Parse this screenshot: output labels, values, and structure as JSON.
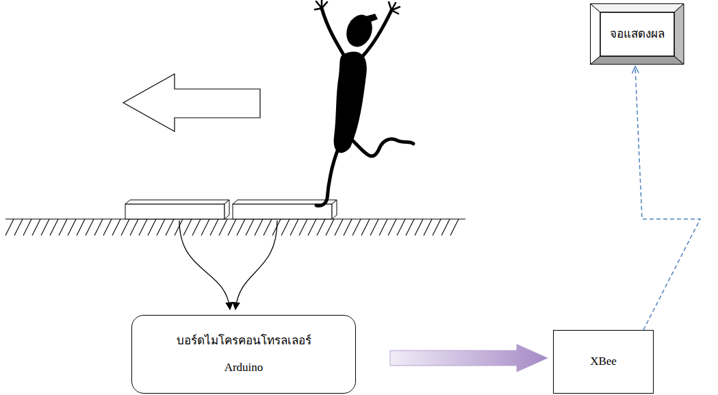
{
  "diagram": {
    "nodes": [
      {
        "text": [
          "จอแสดงผล"
        ]
      },
      {
        "text": [
          "บอร์ดไมโครคอนโทรลเลอร์",
          "Arduino"
        ]
      },
      {
        "text": [
          "XBee"
        ]
      }
    ],
    "edges": [
      {
        "from": 1,
        "to": 2,
        "arrow": "to"
      },
      {
        "from": 2,
        "to": 0,
        "arrow": "to"
      }
    ]
  }
}
